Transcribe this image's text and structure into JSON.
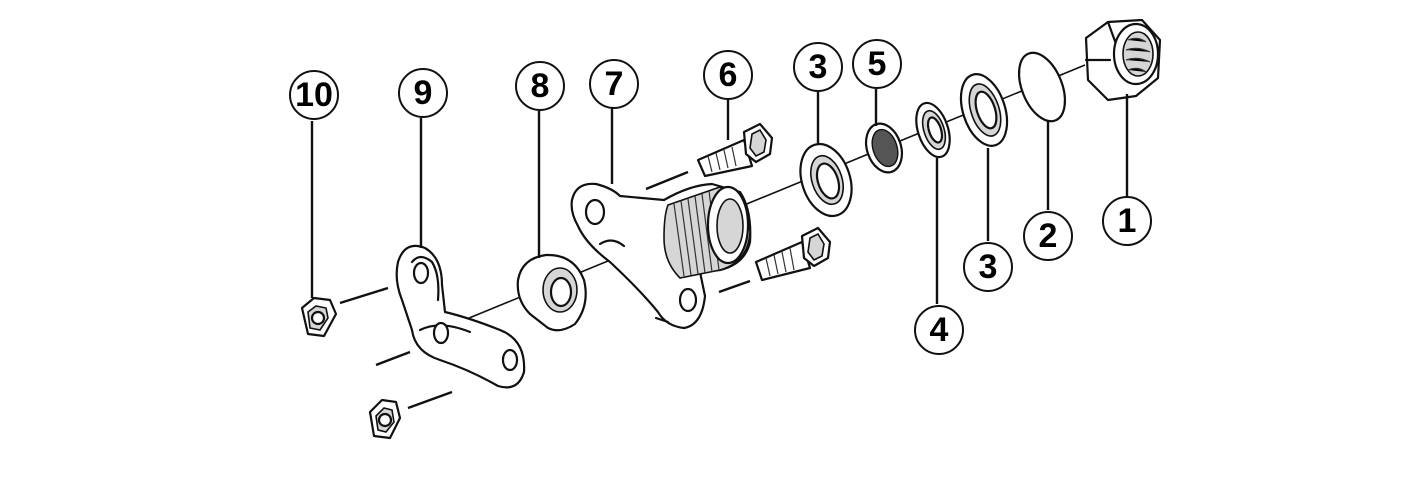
{
  "callouts": [
    {
      "id": "c10",
      "label": "10"
    },
    {
      "id": "c9",
      "label": "9"
    },
    {
      "id": "c8",
      "label": "8"
    },
    {
      "id": "c7",
      "label": "7"
    },
    {
      "id": "c6",
      "label": "6"
    },
    {
      "id": "c3a",
      "label": "3"
    },
    {
      "id": "c5",
      "label": "5"
    },
    {
      "id": "c4",
      "label": "4"
    },
    {
      "id": "c3b",
      "label": "3"
    },
    {
      "id": "c2",
      "label": "2"
    },
    {
      "id": "c1",
      "label": "1"
    }
  ]
}
